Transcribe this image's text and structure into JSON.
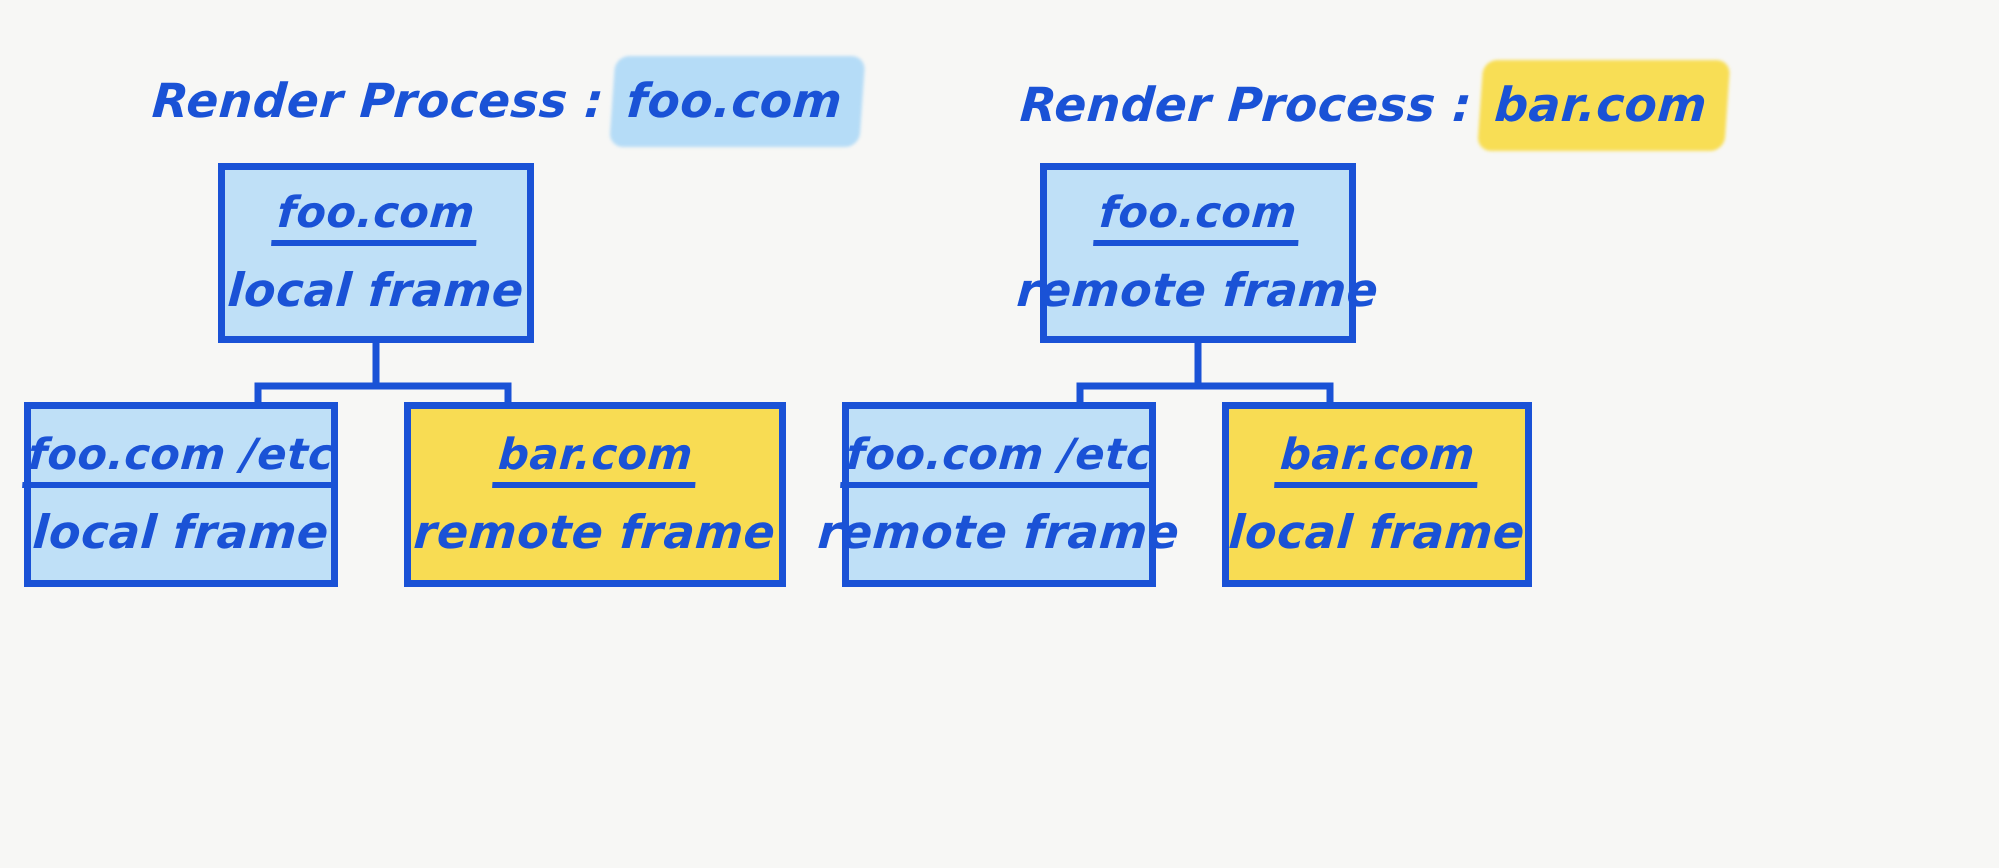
{
  "diagram": {
    "title_left": "Render Process : foo.com",
    "title_right": "Render Process : bar.com",
    "background_color": "#f7f7f5",
    "stroke_color": "#1a52d6",
    "blue_fill": "#bfe0f7",
    "yellow_fill": "#f8dc53",
    "blue_highlight": "#b5dcf7",
    "yellow_highlight": "#f8de55"
  },
  "processes": [
    {
      "id": "render-process-foo",
      "heading_label": "Render Process : ",
      "heading_origin": "foo.com",
      "heading_highlight": "blue",
      "root": {
        "origin": "foo.com",
        "kind": "local frame",
        "fill": "blue"
      },
      "children": [
        {
          "origin": "foo.com /etc",
          "kind": "local frame",
          "fill": "blue"
        },
        {
          "origin": "bar.com",
          "kind": "remote frame",
          "fill": "yellow"
        }
      ]
    },
    {
      "id": "render-process-bar",
      "heading_label": "Render Process : ",
      "heading_origin": "bar.com",
      "heading_highlight": "yellow",
      "root": {
        "origin": "foo.com",
        "kind": "remote frame",
        "fill": "blue"
      },
      "children": [
        {
          "origin": "foo.com /etc",
          "kind": "remote frame",
          "fill": "blue"
        },
        {
          "origin": "bar.com",
          "kind": "local frame",
          "fill": "yellow"
        }
      ]
    }
  ]
}
